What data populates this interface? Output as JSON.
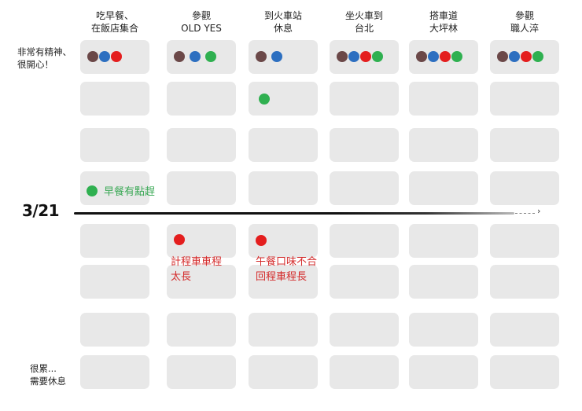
{
  "colors": {
    "brown": "#6b4848",
    "blue": "#2d6fc0",
    "red": "#e41e1e",
    "green": "#2fb050",
    "cell_bg": "#e8e8e8",
    "green_text": "#3aa855",
    "red_text": "#d42b2b"
  },
  "columns": [
    {
      "line1": "吃早餐、",
      "line2": "在飯店集合"
    },
    {
      "line1": "參觀",
      "line2": "OLD YES"
    },
    {
      "line1": "到火車站",
      "line2": "休息"
    },
    {
      "line1": "坐火車到",
      "line2": "台北"
    },
    {
      "line1": "搭車道",
      "line2": "大坪林"
    },
    {
      "line1": "參觀",
      "line2": "職人淬"
    }
  ],
  "row_labels": {
    "top": {
      "line1": "非常有精神、",
      "line2": "很開心！"
    },
    "bottom": {
      "line1": "很累...",
      "line2": "需要休息"
    }
  },
  "timeline": {
    "date": "3/21",
    "arrow": "›"
  },
  "top_row_dots": [
    [
      "brown",
      "blue",
      "red"
    ],
    [
      "brown",
      "blue",
      "green"
    ],
    [
      "brown",
      "blue"
    ],
    [
      "brown",
      "blue",
      "red",
      "green"
    ],
    [
      "brown",
      "blue",
      "red",
      "green"
    ],
    [
      "brown",
      "blue",
      "red",
      "green"
    ]
  ],
  "annotations": {
    "breakfast_late": {
      "text": "早餐有點趕",
      "color": "green"
    },
    "taxi_long": {
      "line1": "計程車車程",
      "line2": "太長",
      "color": "red"
    },
    "lunch_bad": {
      "line1": "午餐口味不合",
      "line2": "回程車程長",
      "color": "red"
    }
  },
  "chart_data": {
    "type": "table",
    "title": "User journey emotion map (3/21)",
    "x_stages": [
      "吃早餐、在飯店集合",
      "參觀 OLD YES",
      "到火車站休息",
      "坐火車到台北",
      "搭車道大坪林",
      "參觀職人淬"
    ],
    "y_scale": {
      "top": "非常有精神、很開心！",
      "bottom": "很累...需要休息",
      "levels": 8,
      "divider_label": "3/21"
    },
    "series": [
      {
        "name": "brown",
        "points": [
          {
            "stage": 0,
            "level": 1
          },
          {
            "stage": 1,
            "level": 1
          },
          {
            "stage": 2,
            "level": 1
          },
          {
            "stage": 3,
            "level": 1
          },
          {
            "stage": 4,
            "level": 1
          },
          {
            "stage": 5,
            "level": 1
          }
        ]
      },
      {
        "name": "blue",
        "points": [
          {
            "stage": 0,
            "level": 1
          },
          {
            "stage": 1,
            "level": 1
          },
          {
            "stage": 2,
            "level": 1
          },
          {
            "stage": 3,
            "level": 1
          },
          {
            "stage": 4,
            "level": 1
          },
          {
            "stage": 5,
            "level": 1
          }
        ]
      },
      {
        "name": "red",
        "points": [
          {
            "stage": 0,
            "level": 1
          },
          {
            "stage": 1,
            "level": 5,
            "note": "計程車車程太長"
          },
          {
            "stage": 2,
            "level": 5,
            "note": "午餐口味不合 回程車程長"
          },
          {
            "stage": 3,
            "level": 1
          },
          {
            "stage": 4,
            "level": 1
          },
          {
            "stage": 5,
            "level": 1
          }
        ]
      },
      {
        "name": "green",
        "points": [
          {
            "stage": 0,
            "level": 4,
            "note": "早餐有點趕"
          },
          {
            "stage": 1,
            "level": 1
          },
          {
            "stage": 2,
            "level": 2
          },
          {
            "stage": 3,
            "level": 1
          },
          {
            "stage": 4,
            "level": 1
          },
          {
            "stage": 5,
            "level": 1
          }
        ]
      }
    ]
  }
}
